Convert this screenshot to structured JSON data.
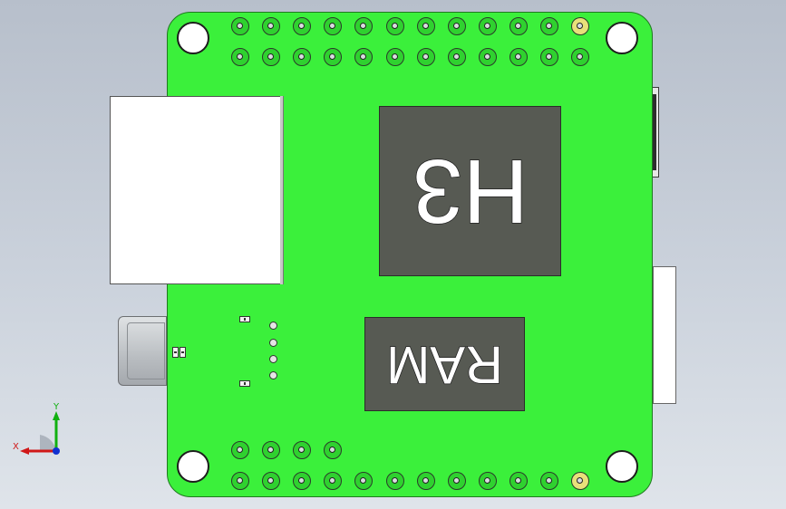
{
  "scene": {
    "chips": {
      "soc_label": "H3",
      "ram_label": "RAM"
    },
    "axes": {
      "x_label": "X",
      "y_label": "Y"
    },
    "colors": {
      "board": "#3bf03b",
      "chip": "#575a53",
      "background_top": "#b7bfcb",
      "background_bottom": "#dfe4ea",
      "x_axis": "#d01818",
      "y_axis": "#10b010",
      "z_axis": "#1030d0"
    }
  }
}
